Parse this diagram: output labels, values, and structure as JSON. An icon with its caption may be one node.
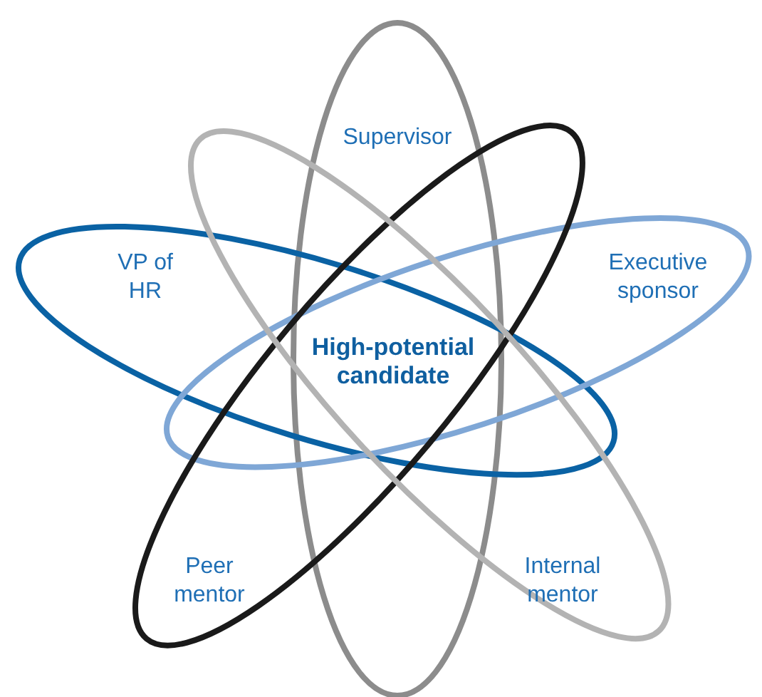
{
  "diagram": {
    "nodes": [
      {
        "text": [
          "Supervisor"
        ]
      },
      {
        "text": [
          "VP of HR"
        ]
      },
      {
        "text": [
          "Executive sponsor"
        ]
      },
      {
        "text": [
          "High-potential candidate"
        ]
      },
      {
        "text": [
          "Peer mentor"
        ]
      },
      {
        "text": [
          "Internal mentor"
        ]
      }
    ]
  }
}
